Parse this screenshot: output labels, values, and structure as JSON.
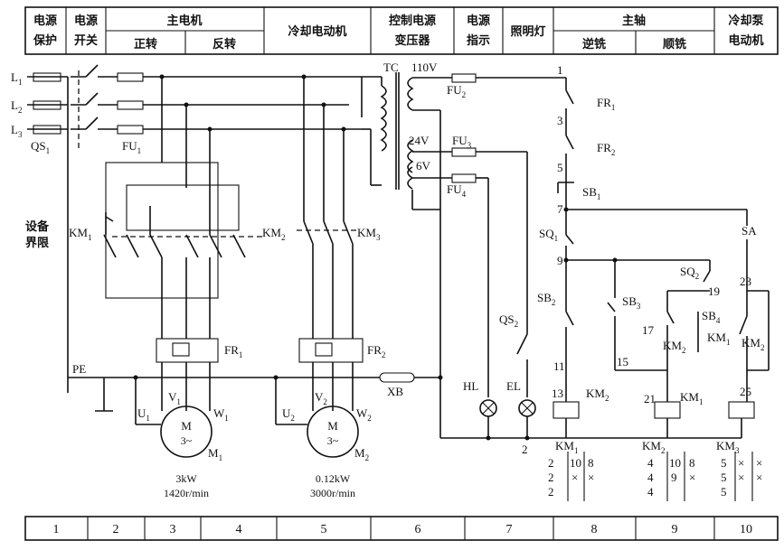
{
  "header": {
    "power_protect": [
      "电源",
      "保护"
    ],
    "power_switch": [
      "电源",
      "开关"
    ],
    "main_motor": "主电机",
    "forward": "正转",
    "reverse": "反转",
    "coolant_motor": "冷却电动机",
    "ctrl_transformer": [
      "控制电源",
      "变压器"
    ],
    "power_indicator": [
      "电源",
      "指示"
    ],
    "lighting": "照明灯",
    "spindle": "主轴",
    "up_milling": "逆铣",
    "down_milling": "顺铣",
    "coolant_pump": [
      "冷却泵",
      "电动机"
    ]
  },
  "labels": {
    "L1": "L",
    "L2": "L",
    "L3": "L",
    "s1": "1",
    "s2": "2",
    "s3": "3",
    "QS1": "QS",
    "FU1": "FU",
    "TC": "TC",
    "v110": "110V",
    "v24": "24V",
    "v6": "6V",
    "FU2": "FU",
    "FU3": "FU",
    "FU4": "FU",
    "boundary": [
      "设备",
      "界限"
    ],
    "KM1": "KM",
    "KM2": "KM",
    "KM3": "KM",
    "FR1": "FR",
    "FR2": "FR",
    "PE": "PE",
    "XB": "XB",
    "U1": "U",
    "V1": "V",
    "W1": "W",
    "U2": "U",
    "V2": "V",
    "W2": "W",
    "M": "M",
    "M_phase": "3~",
    "M1": "M",
    "M2": "M",
    "HL": "HL",
    "EL": "EL",
    "QS2": "QS",
    "SB1": "SB",
    "SB2": "SB",
    "SB3": "SB",
    "SB4": "SB",
    "SQ1": "SQ",
    "SQ2": "SQ",
    "SA": "SA",
    "n1": "1",
    "n3": "3",
    "n5": "5",
    "n7": "7",
    "n9": "9",
    "n11": "11",
    "n13": "13",
    "n15": "15",
    "n17": "17",
    "n19": "19",
    "n21": "21",
    "n23": "23",
    "n25": "25",
    "n2": "2"
  },
  "motors": {
    "m1_power": "3kW",
    "m1_speed": "1420r/min",
    "m2_power": "0.12kW",
    "m2_speed": "3000r/min"
  },
  "contact_tables": {
    "km1": {
      "label": "KM",
      "rows": [
        [
          "2",
          "10",
          "8"
        ],
        [
          "2",
          "×",
          "×"
        ],
        [
          "2",
          "",
          ""
        ]
      ]
    },
    "km2": {
      "label": "KM",
      "rows": [
        [
          "4",
          "10",
          "8"
        ],
        [
          "4",
          "9",
          "×"
        ],
        [
          "4",
          "",
          ""
        ]
      ]
    },
    "km3": {
      "label": "KM",
      "rows": [
        [
          "5",
          "×",
          "×"
        ],
        [
          "5",
          "×",
          "×"
        ],
        [
          "5",
          "",
          ""
        ]
      ]
    }
  },
  "columns": [
    "1",
    "2",
    "3",
    "4",
    "5",
    "6",
    "7",
    "8",
    "9",
    "10"
  ]
}
